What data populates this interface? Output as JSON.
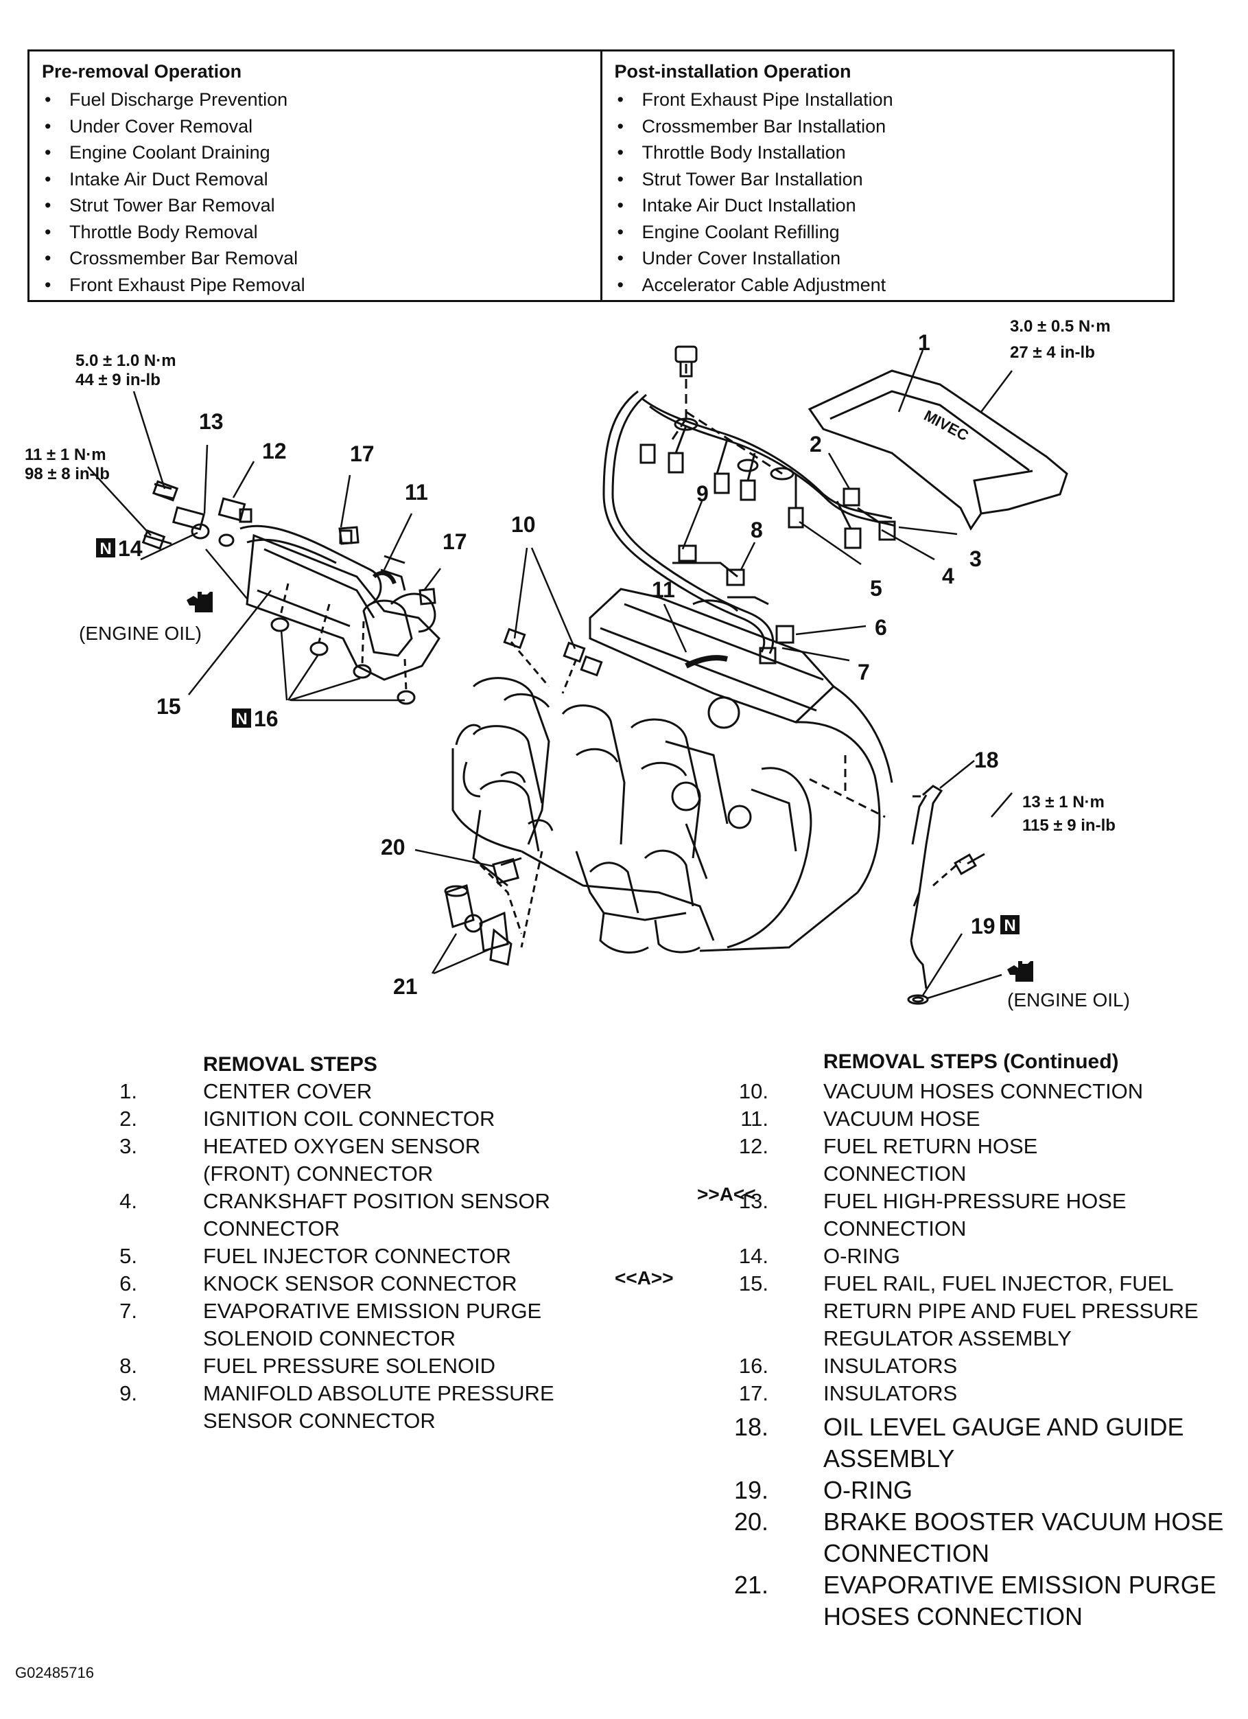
{
  "pre_removal": {
    "heading": "Pre-removal Operation",
    "items": [
      "Fuel Discharge Prevention",
      "Under Cover Removal",
      "Engine Coolant Draining",
      "Intake Air Duct Removal",
      "Strut Tower Bar Removal",
      "Throttle Body Removal",
      "Crossmember Bar Removal",
      "Front Exhaust Pipe Removal"
    ]
  },
  "post_installation": {
    "heading": "Post-installation Operation",
    "items": [
      "Front Exhaust Pipe Installation",
      "Crossmember Bar Installation",
      "Throttle Body Installation",
      "Strut Tower Bar Installation",
      "Intake Air Duct Installation",
      "Engine Coolant Refilling",
      "Under Cover Installation",
      "Accelerator Cable Adjustment"
    ]
  },
  "diagram": {
    "torque": {
      "t1_line1": "5.0 ± 1.0 N·m",
      "t1_line2": "44 ± 9 in-lb",
      "t2_line1": "11 ± 1 N·m",
      "t2_line2": "98 ± 8 in-lb",
      "t3_line1": "3.0 ± 0.5 N·m",
      "t3_line2": "27 ± 4 in-lb",
      "t4_line1": "13 ± 1 N·m",
      "t4_line2": "115 ± 9 in-lb"
    },
    "callouts": {
      "c1": "1",
      "c2": "2",
      "c3": "3",
      "c4": "4",
      "c5": "5",
      "c6": "6",
      "c7": "7",
      "c8": "8",
      "c9": "9",
      "c10": "10",
      "c11a": "11",
      "c11b": "11",
      "c12": "12",
      "c13": "13",
      "c14": "14",
      "c15": "15",
      "c16": "16",
      "c17a": "17",
      "c17b": "17",
      "c18": "18",
      "c19": "19",
      "c20": "20",
      "c21": "21"
    },
    "new_part_mark": "N",
    "engine_oil_left": "(ENGINE OIL)",
    "engine_oil_right": "(ENGINE OIL)",
    "valve_cover_text": "MIVEC"
  },
  "removal_steps": {
    "heading": "REMOVAL STEPS",
    "steps": [
      {
        "num": "1.",
        "text": "CENTER COVER"
      },
      {
        "num": "2.",
        "text": "IGNITION COIL CONNECTOR"
      },
      {
        "num": "3.",
        "text": "HEATED OXYGEN SENSOR (FRONT) CONNECTOR"
      },
      {
        "num": "4.",
        "text": "CRANKSHAFT POSITION SENSOR CONNECTOR"
      },
      {
        "num": "5.",
        "text": "FUEL INJECTOR CONNECTOR"
      },
      {
        "num": "6.",
        "text": "KNOCK SENSOR CONNECTOR"
      },
      {
        "num": "7.",
        "text": "EVAPORATIVE EMISSION PURGE SOLENOID CONNECTOR"
      },
      {
        "num": "8.",
        "text": "FUEL PRESSURE SOLENOID"
      },
      {
        "num": "9.",
        "text": "MANIFOLD ABSOLUTE PRESSURE SENSOR CONNECTOR"
      }
    ]
  },
  "removal_steps_continued": {
    "heading": "REMOVAL STEPS (Continued)",
    "markers": {
      "m13": ">>A<<",
      "m15": "<<A>>"
    },
    "steps": [
      {
        "num": "10.",
        "text": "VACUUM HOSES CONNECTION"
      },
      {
        "num": "11.",
        "text": "VACUUM HOSE"
      },
      {
        "num": "12.",
        "text": "FUEL RETURN HOSE CONNECTION"
      },
      {
        "num": "13.",
        "text": "FUEL HIGH-PRESSURE HOSE CONNECTION"
      },
      {
        "num": "14.",
        "text": "O-RING"
      },
      {
        "num": "15.",
        "text": "FUEL RAIL, FUEL INJECTOR, FUEL RETURN PIPE AND FUEL PRESSURE REGULATOR ASSEMBLY"
      },
      {
        "num": "16.",
        "text": "INSULATORS"
      },
      {
        "num": "17.",
        "text": "INSULATORS"
      },
      {
        "num": "18.",
        "text": "OIL LEVEL GAUGE AND GUIDE ASSEMBLY"
      },
      {
        "num": "19.",
        "text": "O-RING"
      },
      {
        "num": "20.",
        "text": "BRAKE BOOSTER VACUUM HOSE CONNECTION"
      },
      {
        "num": "21.",
        "text": "EVAPORATIVE EMISSION PURGE HOSES CONNECTION"
      }
    ]
  },
  "figure_code": "G02485716"
}
